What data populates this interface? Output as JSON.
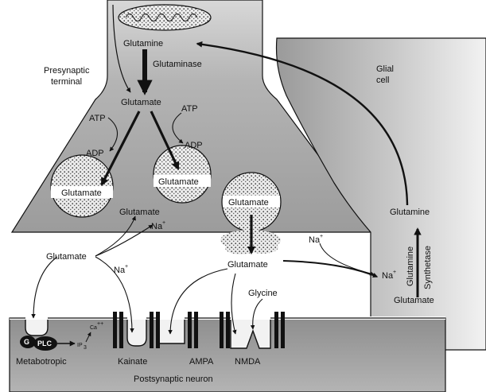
{
  "labels": {
    "glutamine_top": "Glutamine",
    "glutaminase": "Glutaminase",
    "presynaptic_terminal_1": "Presynaptic",
    "presynaptic_terminal_2": "terminal",
    "glutamate_top": "Glutamate",
    "atp_left": "ATP",
    "atp_right": "ATP",
    "adp_left": "ADP",
    "adp_right": "ADP",
    "vesicle_left": "Glutamate",
    "vesicle_mid": "Glutamate",
    "vesicle_release": "Glutamate",
    "glutamate_reuptake": "Glutamate",
    "na_reuptake": "Na",
    "na_reuptake_sup": "+",
    "glial_cell_1": "Glial",
    "glial_cell_2": "cell",
    "glutamine_glia": "Glutamine",
    "glutamine_synthetase_1": "Glutamine",
    "glutamine_synthetase_2": "Synthetase",
    "glutamate_glia": "Glutamate",
    "na_glia_outer": "Na",
    "na_glia_outer_sup": "+",
    "na_glia_inner": "Na",
    "na_glia_inner_sup": "+",
    "glutamate_left": "Glutamate",
    "na_left": "Na",
    "na_left_sup": "+",
    "glutamate_cleft": "Glutamate",
    "glycine": "Glycine",
    "g_protein": "G",
    "plc": "PLC",
    "ca": "Ca",
    "ca_sup": "++",
    "ip3": "IP",
    "ip3_sub": "3",
    "metabotropic": "Metabotropic",
    "kainate": "Kainate",
    "ampa": "AMPA",
    "nmda": "NMDA",
    "postsynaptic_neuron": "Postsynaptic neuron"
  },
  "colors": {
    "presynaptic_fill": "#a6a6a6",
    "postsynaptic_fill": "#9a9a9a",
    "glial_fill": "#b0b0b0",
    "vesicle_fill": "#e6e6e6",
    "arrow": "#111111"
  }
}
